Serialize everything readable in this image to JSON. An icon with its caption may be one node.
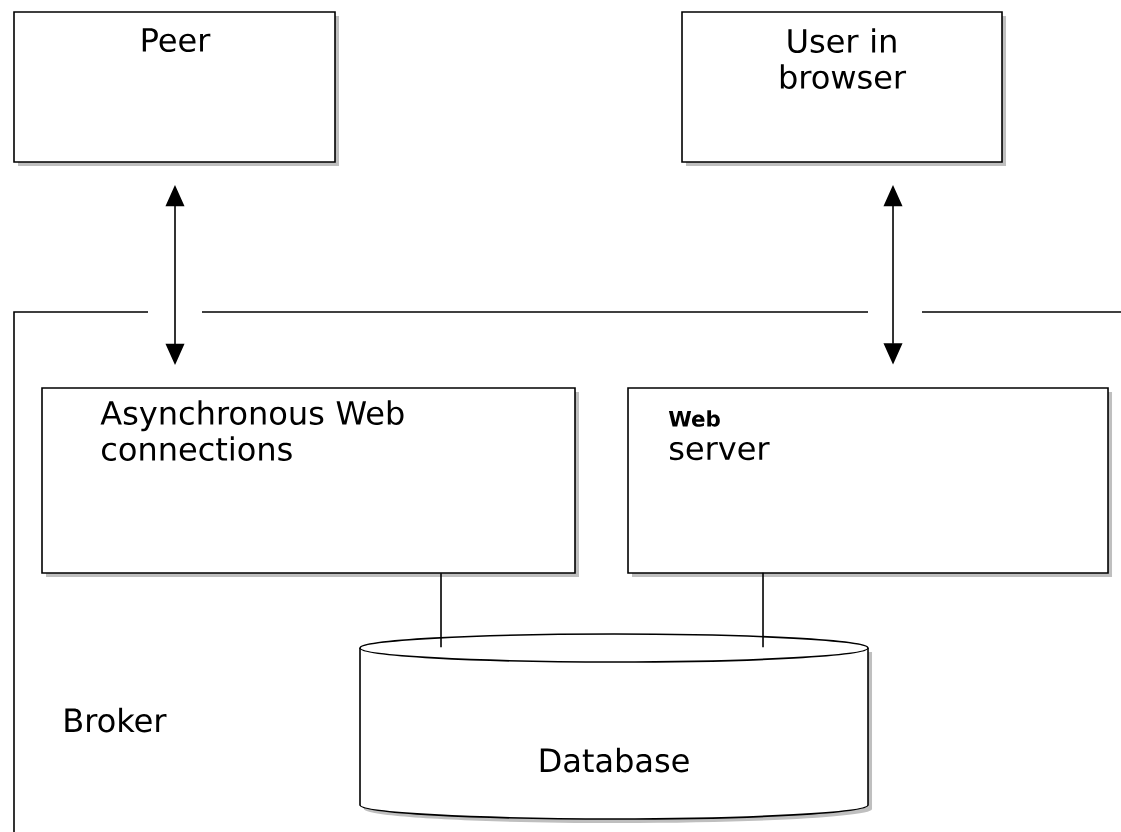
{
  "diagram": {
    "nodes": [
      {
        "text": [
          "Peer"
        ]
      },
      {
        "text": [
          "User in browser"
        ]
      },
      {
        "text": [
          "Broker"
        ]
      },
      {
        "text": [
          "Asynchronous Web connections"
        ],
        "in": 2
      },
      {
        "text": [
          "Web",
          "server"
        ],
        "in": 2
      },
      {
        "text": [
          "Database"
        ],
        "in": 2
      }
    ],
    "edges": [
      {
        "from": 0,
        "to": 3,
        "arrow": "both"
      },
      {
        "from": 1,
        "to": 4,
        "arrow": "both"
      },
      {
        "from": 3,
        "to": 5,
        "arrow": "none"
      },
      {
        "from": 4,
        "to": 5,
        "arrow": "none"
      }
    ]
  }
}
